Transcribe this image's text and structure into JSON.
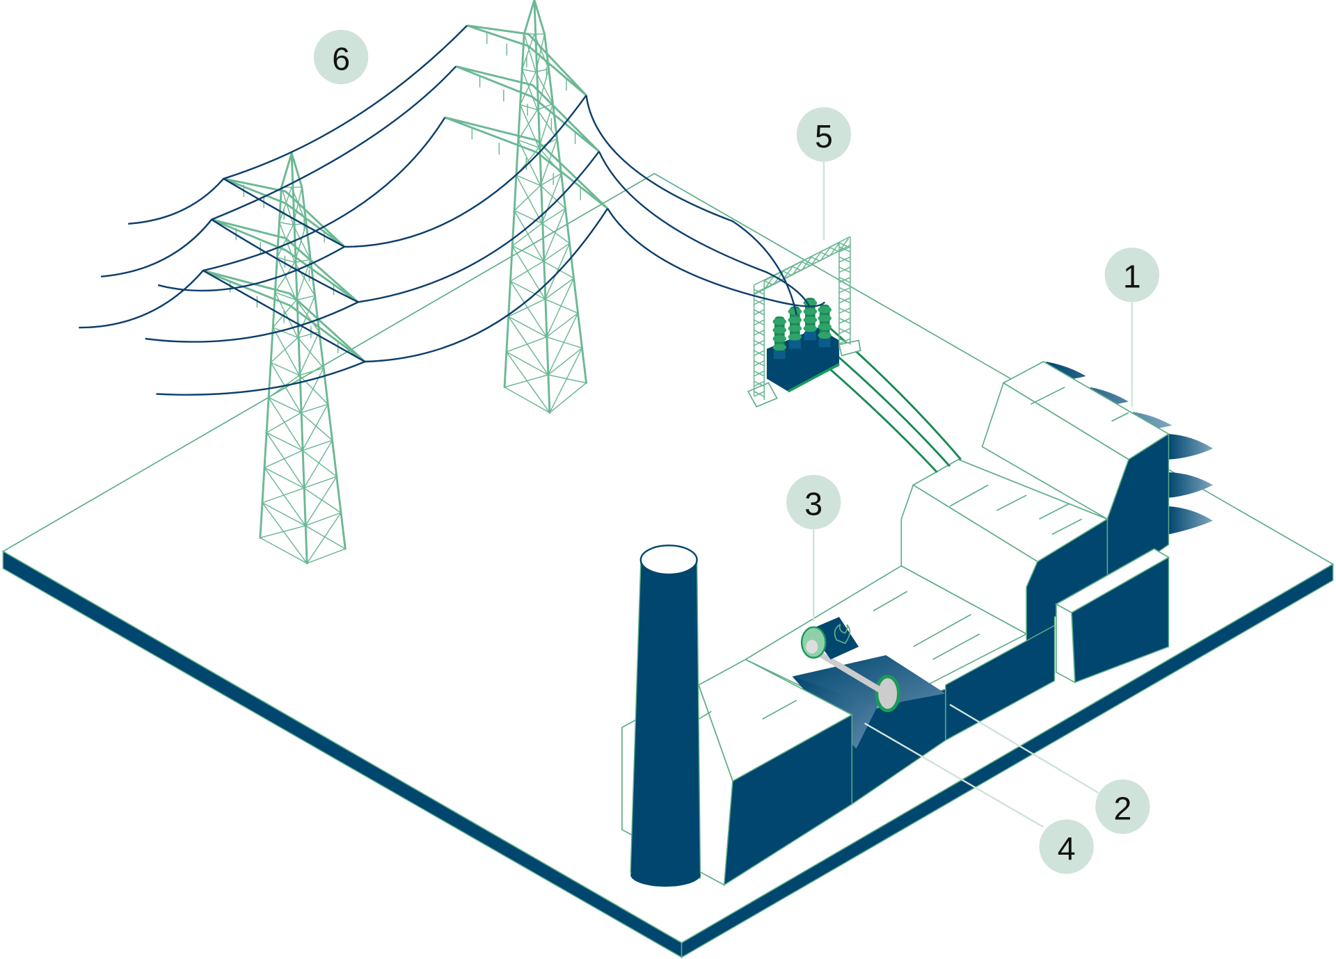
{
  "labels": {
    "one": "1",
    "two": "2",
    "three": "3",
    "four": "4",
    "five": "5",
    "six": "6"
  },
  "colors": {
    "navy": "#00466e",
    "line_green": "#5fae88",
    "badge": "#cfe3da",
    "cable": "#0d3f6b"
  }
}
